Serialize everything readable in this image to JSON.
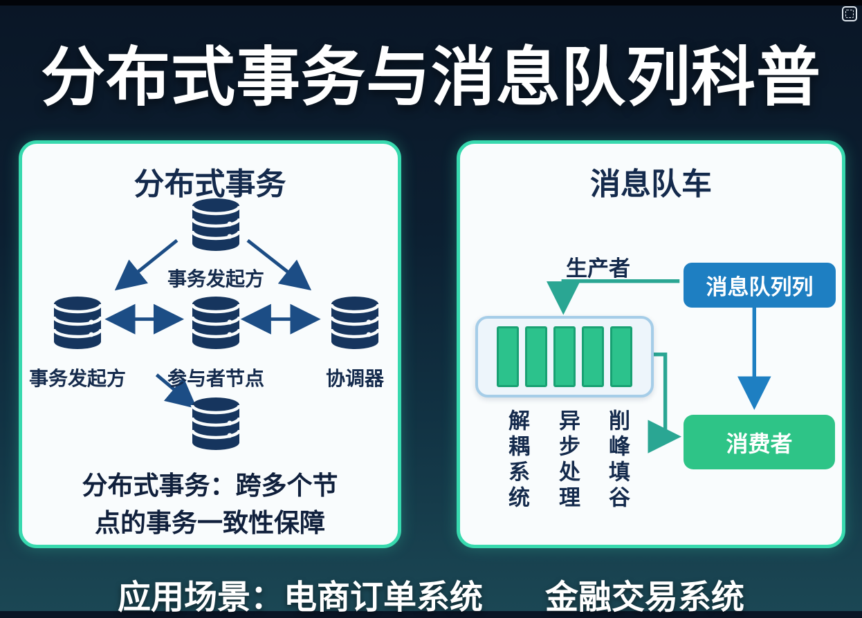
{
  "header": {
    "title": "分布式事务与消息队列科普"
  },
  "left_panel": {
    "title": "分布式事务",
    "top_node_label": "事务发起方",
    "left_node_label": "事务发起方",
    "center_node_label": "参与者节点",
    "right_node_label": "协调器",
    "caption_line1": "分布式事务：跨多个节",
    "caption_line2": "点的事务一致性保障"
  },
  "right_panel": {
    "title": "消息队车",
    "producer_label": "生产者",
    "queue_label": "消息队列列",
    "consumer_label": "消费者",
    "features": [
      "解耦系统",
      "异步处理",
      "削峰填谷"
    ],
    "queue_slot_count": 5
  },
  "footer": {
    "left_text": "应用场景：电商订单系统",
    "right_text": "金融交易系统"
  },
  "icons": {
    "database": "database-icon",
    "corner": "screenshot-icon"
  },
  "colors": {
    "background_top": "#0a1626",
    "background_bottom": "#1b4754",
    "panel_border": "#38d9ae",
    "panel_bg": "#f9fcfd",
    "database": "#16355e",
    "arrow_dark": "#1c4d85",
    "flow_arrow": "#2aa693",
    "queue_border": "#a5cde8",
    "queue_bar": "#2cc28c",
    "mq_box": "#1e7fc2",
    "consumer_box": "#2ec487",
    "text_dark": "#142a4c",
    "text_light": "#ffffff"
  }
}
